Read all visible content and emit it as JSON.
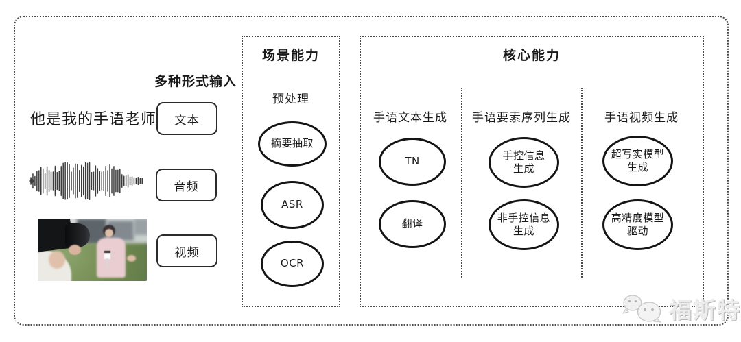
{
  "diagram": {
    "input": {
      "label": "多种形式输入",
      "sample_text": "他是我的手语老师",
      "types": [
        "文本",
        "音频",
        "视频"
      ]
    },
    "scene": {
      "title": "场景能力",
      "stage": "预处理",
      "nodes": [
        "摘要抽取",
        "ASR",
        "OCR"
      ]
    },
    "core": {
      "title": "核心能力",
      "columns": [
        {
          "header": "手语文本生成",
          "nodes": [
            "TN",
            "翻译"
          ]
        },
        {
          "header": "手语要素序列生成",
          "nodes": [
            "手控信息\n生成",
            "非手控信息\n生成"
          ]
        },
        {
          "header": "手语视频生成",
          "nodes": [
            "超写实模型\n生成",
            "高精度模型\n驱动"
          ]
        }
      ]
    },
    "watermark": {
      "text": "福斯特",
      "icon": "wechat-logo"
    },
    "colors": {
      "dotted_line": "#4a4a4a",
      "node_border": "#141414",
      "text": "#1a1a1a",
      "watermark_gray": "#ececec"
    }
  }
}
